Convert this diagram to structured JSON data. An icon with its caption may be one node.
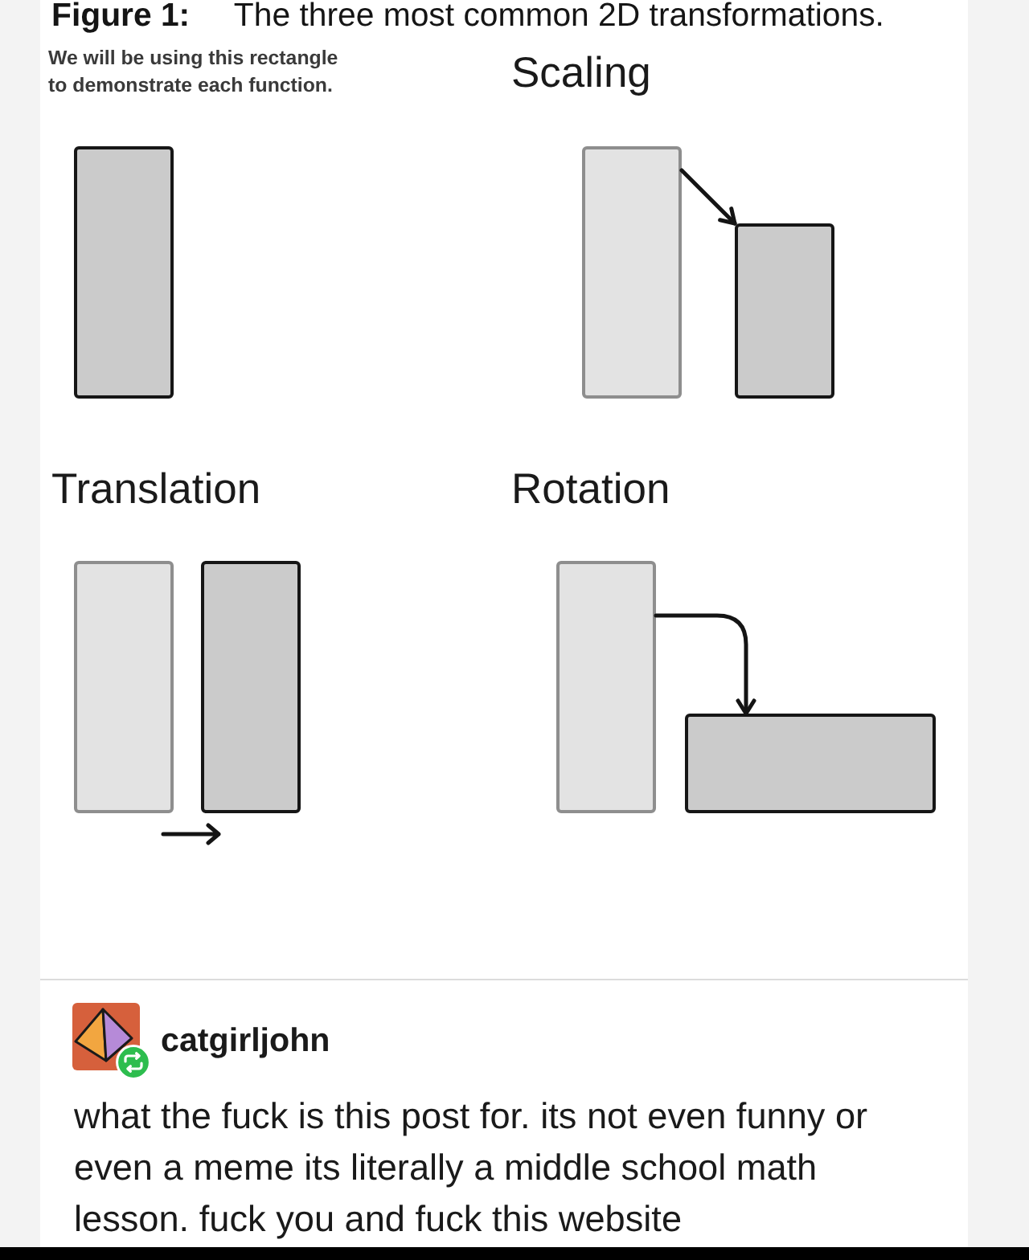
{
  "diagram": {
    "title": "**Figure 1:** The three most common 2D transformations.",
    "nodes": [
      {
        "text": [],
        "shape": "box",
        "beside": [
          "We will be using this rectangle to demonstrate each function."
        ]
      },
      {
        "text": [],
        "shape": "box"
      },
      {
        "text": [],
        "shape": "box"
      },
      {
        "text": [],
        "shape": "box"
      },
      {
        "text": [],
        "shape": "box"
      },
      {
        "text": [],
        "shape": "box"
      },
      {
        "text": [],
        "shape": "box"
      }
    ],
    "edges": [
      {
        "from": 1,
        "to": 2,
        "arrow": "to"
      },
      {
        "from": 5,
        "to": 6,
        "arrow": "to"
      }
    ],
    "labels": [
      "Scaling",
      "Translation",
      "Rotation",
      "catgirljohn",
      "what the fuck is this post for. its not even funny or even a meme its literally a middle school math lesson. fuck you and fuck this website"
    ]
  }
}
